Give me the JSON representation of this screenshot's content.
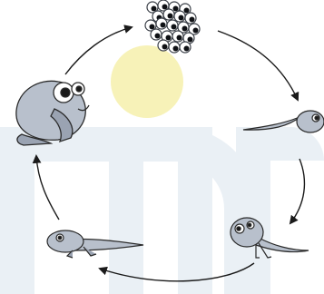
{
  "diagram": {
    "stages": [
      {
        "id": "eggs",
        "icon": "frog-eggs-icon"
      },
      {
        "id": "tadpole",
        "icon": "tadpole-icon"
      },
      {
        "id": "tadpole-with-legs",
        "icon": "tadpole-with-legs-icon"
      },
      {
        "id": "froglet",
        "icon": "froglet-icon"
      },
      {
        "id": "adult-frog",
        "icon": "frog-icon"
      }
    ],
    "arrows": [
      "eggs-to-tadpole",
      "tadpole-to-legs",
      "legs-to-froglet",
      "froglet-to-frog",
      "frog-to-eggs"
    ]
  },
  "colors": {
    "background": "#ffffff",
    "watermark": "#eaf0f5",
    "sun": "#f7f2b8",
    "frog_body": "#b8c0cc",
    "frog_shade": "#9aa3b2",
    "outline": "#2b2b2b",
    "arrow": "#1a1a1a",
    "egg": "#3a3f47",
    "egg_core": "#0f1115"
  }
}
